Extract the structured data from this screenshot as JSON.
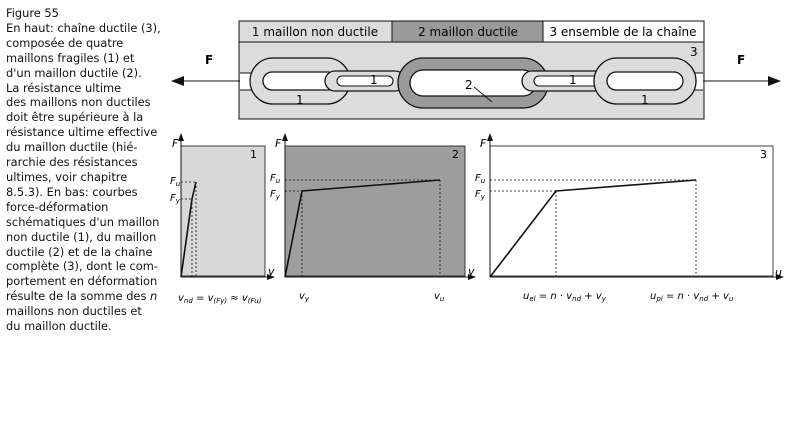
{
  "caption": {
    "figure_label": "Figure 55",
    "lines": [
      "En haut: chaîne ductile (3),",
      "composée de quatre",
      "maillons fragiles (1) et",
      "d'un maillon ductile (2).",
      "La résistance ultime",
      "des maillons non ductiles",
      "doit être supérieure à la",
      "résistance ultime effective",
      "du maillon ductile (hié-",
      "rarchie des résistances",
      "ultimes, voir chapitre",
      "8.5.3). En bas: courbes",
      "force-déformation",
      "schématiques d'un maillon",
      "non ductile (1), du maillon",
      "ductile (2) et de la chaîne",
      "complète (3), dont le com-",
      "portement en déformation",
      "résulte de la somme des {n}",
      "maillons non ductiles et",
      "du maillon ductile."
    ],
    "n_symbol": "n"
  },
  "chain": {
    "headers": [
      "1 maillon non ductile",
      "2 maillon ductile",
      "3 ensemble de la chaîne"
    ],
    "panel_number": "3",
    "force_label": "F",
    "link_labels": [
      "1",
      "1",
      "2",
      "1",
      "1"
    ]
  },
  "plots": [
    {
      "panel": "1",
      "y_axis_label": "F",
      "x_axis_label": "v",
      "y_ticks": [
        "F",
        "F"
      ],
      "y_tick_subs": [
        "u",
        "y"
      ],
      "x_formula": {
        "a": "v",
        "a_sub": "nd",
        "eq": " = ",
        "b": "v",
        "b_sub": "(Fy)",
        "approx": " ≈ ",
        "c": "v",
        "c_sub": "(Fu)"
      },
      "fill": "#d8d8d8"
    },
    {
      "panel": "2",
      "y_axis_label": "F",
      "x_axis_label": "v",
      "y_ticks": [
        "F",
        "F"
      ],
      "y_tick_subs": [
        "u",
        "y"
      ],
      "x_ticks": [
        {
          "main": "v",
          "sub": "y"
        },
        {
          "main": "v",
          "sub": "u"
        }
      ],
      "fill": "#9e9e9e"
    },
    {
      "panel": "3",
      "y_axis_label": "F",
      "x_axis_label": "u",
      "y_ticks": [
        "F",
        "F"
      ],
      "y_tick_subs": [
        "u",
        "y"
      ],
      "x_ticks": [
        {
          "main": "u",
          "sub": "el",
          "rest1": " = ",
          "n": "n",
          "dot": " · ",
          "v": "v",
          "vsub": "nd",
          "plus": " + ",
          "v2": "v",
          "v2sub": "y"
        },
        {
          "main": "u",
          "sub": "pl",
          "rest1": " = ",
          "n": "n",
          "dot": " · ",
          "v": "v",
          "vsub": "nd",
          "plus": " + ",
          "v2": "v",
          "v2sub": "u"
        }
      ],
      "fill": "#ffffff"
    }
  ]
}
